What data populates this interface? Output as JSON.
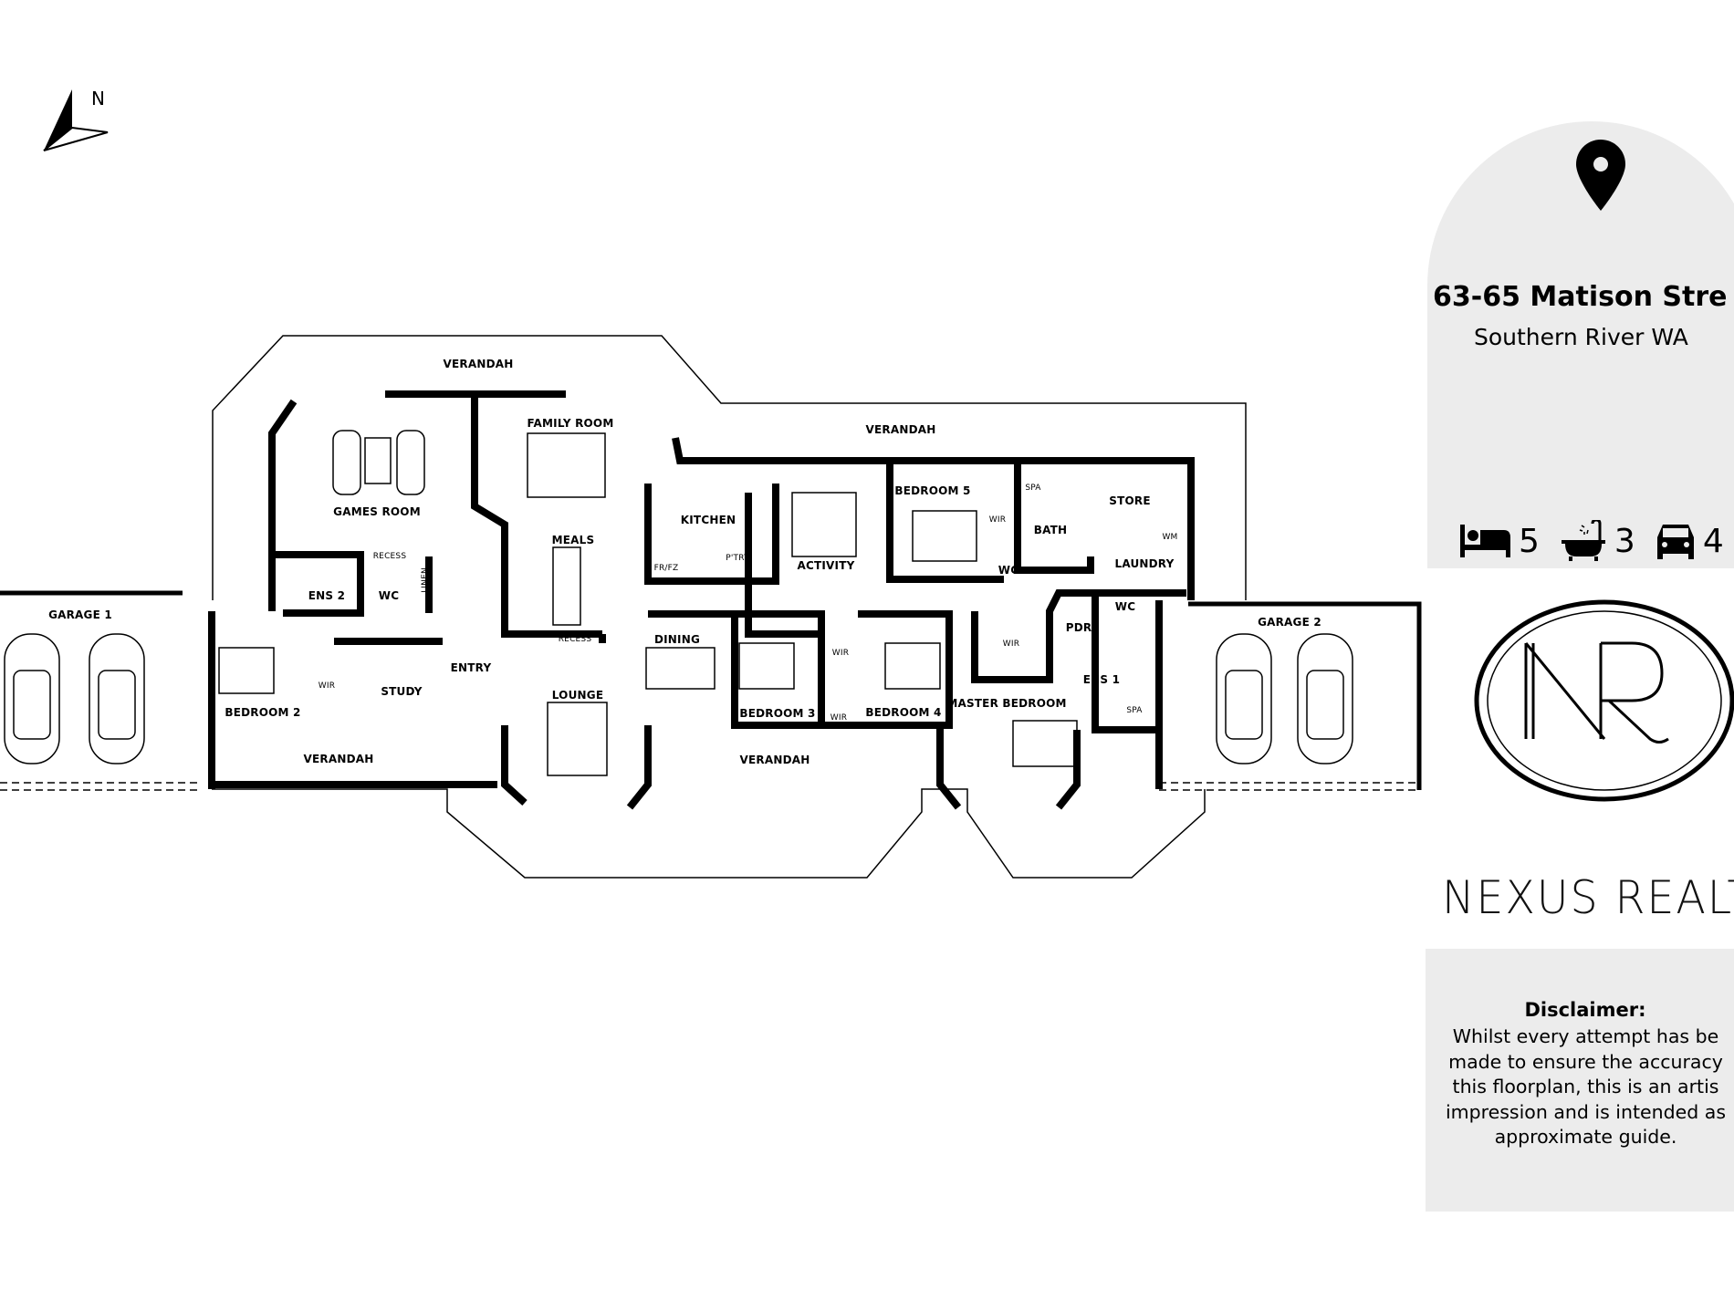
{
  "compass": {
    "label": "N"
  },
  "plan": {
    "rooms": {
      "verandah_top": "VERANDAH",
      "verandah_top_right": "VERANDAH",
      "verandah_bottom_left": "VERANDAH",
      "verandah_bottom_mid": "VERANDAH",
      "games_room": "GAMES ROOM",
      "family_room": "FAMILY ROOM",
      "meals": "MEALS",
      "kitchen": "KITCHEN",
      "fr_fz": "FR/FZ",
      "pantry": "P'TRY",
      "activity": "ACTIVITY",
      "bedroom5": "BEDROOM 5",
      "wir_bed5": "WIR",
      "wc_bed5": "WC",
      "spa_bath": "SPA",
      "bath": "BATH",
      "store": "STORE",
      "laundry": "LAUNDRY",
      "wm": "WM",
      "garage1": "GARAGE 1",
      "garage2": "GARAGE 2",
      "ens2": "ENS 2",
      "recess1": "RECESS",
      "wc_ens2": "WC",
      "linen": "LINEN",
      "bedroom2": "BEDROOM 2",
      "wir_bed2": "WIR",
      "study": "STUDY",
      "entry": "ENTRY",
      "recess2": "RECESS",
      "dining": "DINING",
      "lounge": "LOUNGE",
      "bedroom3": "BEDROOM 3",
      "wir_bed3": "WIR",
      "wir_bed4": "WIR",
      "bedroom4": "BEDROOM 4",
      "wir_master": "WIR",
      "pdr": "PDR",
      "wc_ens1": "WC",
      "ens1": "ENS 1",
      "spa_ens1": "SPA",
      "master_bedroom": "MASTER BEDROOM"
    }
  },
  "property": {
    "street": "63-65 Matison Stre",
    "suburb": "Southern River WA",
    "bedrooms": "5",
    "bathrooms": "3",
    "cars": "4",
    "icons": {
      "location": "map-pin-icon",
      "bed": "bed-icon",
      "bath": "bath-icon",
      "car": "car-icon"
    }
  },
  "brand": {
    "monogram": "NR",
    "name": "NEXUS REALT"
  },
  "disclaimer": {
    "title": "Disclaimer:",
    "text": "Whilst every attempt has be\nmade to ensure the accuracy\nthis floorplan, this is an artis\nimpression and is intended as\napproximate guide."
  },
  "colors": {
    "panel_bg": "#ececec",
    "wall": "#000000",
    "background": "#ffffff"
  }
}
